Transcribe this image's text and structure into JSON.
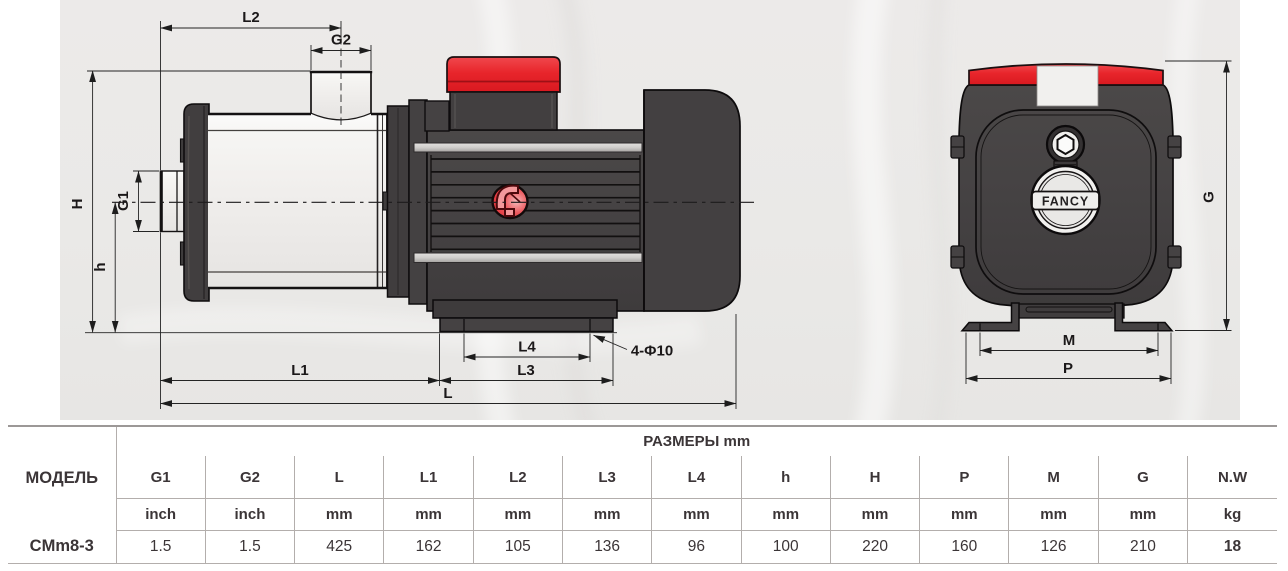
{
  "drawing": {
    "background_color": "#ebeae8",
    "body_color": "#454243",
    "accent_red": "#e8252b",
    "barrel_color": "#f3f2f0",
    "side_view": {
      "dim_labels": {
        "L2": "L2",
        "G2": "G2",
        "G1": "G1",
        "H": "H",
        "h": "h",
        "L1": "L1",
        "L4": "L4",
        "L3": "L3",
        "L": "L",
        "holes": "4-Φ10"
      }
    },
    "front_view": {
      "dim_labels": {
        "G": "G",
        "M": "M",
        "P": "P"
      },
      "logo_text": "FANCY"
    }
  },
  "table": {
    "model_header": "МОДЕЛЬ",
    "group_header": "РАЗМЕРЫ mm",
    "columns": [
      "G1",
      "G2",
      "L",
      "L1",
      "L2",
      "L3",
      "L4",
      "h",
      "H",
      "P",
      "M",
      "G",
      "N.W"
    ],
    "units": [
      "inch",
      "inch",
      "mm",
      "mm",
      "mm",
      "mm",
      "mm",
      "mm",
      "mm",
      "mm",
      "mm",
      "mm",
      "kg"
    ],
    "row": {
      "model": "CMm8-3",
      "values": [
        "1.5",
        "1.5",
        "425",
        "162",
        "105",
        "136",
        "96",
        "100",
        "220",
        "160",
        "126",
        "210",
        "18"
      ]
    }
  }
}
